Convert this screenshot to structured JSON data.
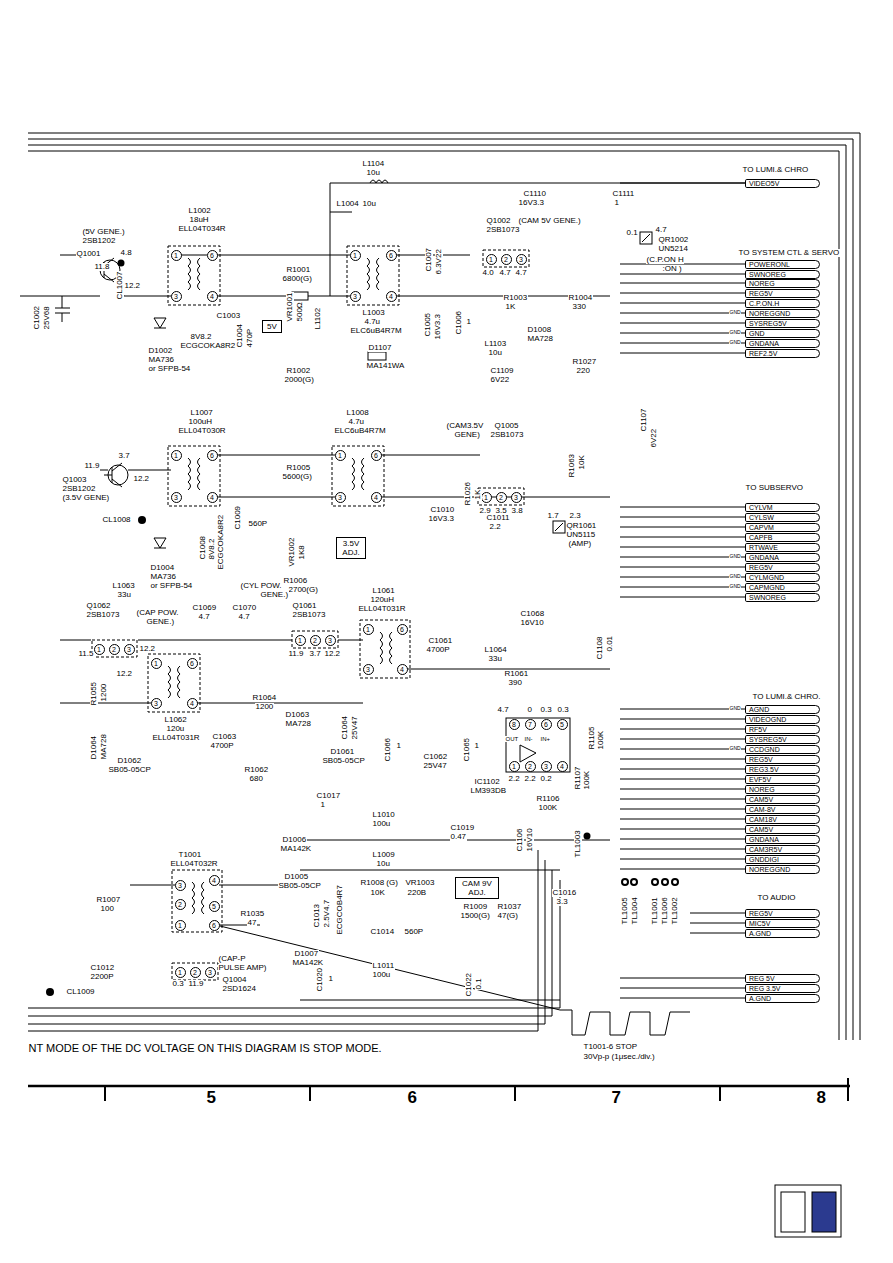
{
  "diagram": {
    "nodes": [
      {
        "text": [
          "VIDEO5V"
        ]
      },
      {
        "text": [
          "POWERONL"
        ]
      },
      {
        "text": [
          "SWNOREG"
        ]
      },
      {
        "text": [
          "NOREG"
        ]
      },
      {
        "text": [
          "REG5V"
        ]
      },
      {
        "text": [
          "C.P.ON.H"
        ]
      },
      {
        "text": [
          "NOREGGND"
        ]
      },
      {
        "text": [
          "SYSREG5V"
        ]
      },
      {
        "text": [
          "GND"
        ]
      },
      {
        "text": [
          "GNDANA"
        ]
      },
      {
        "text": [
          "REF2.5V"
        ]
      },
      {
        "text": [
          "CYLVM"
        ]
      },
      {
        "text": [
          "CYLSW"
        ]
      },
      {
        "text": [
          "CAPVM"
        ]
      },
      {
        "text": [
          "CAPFB"
        ]
      },
      {
        "text": [
          "RTWAVE"
        ]
      },
      {
        "text": [
          "GNDANA"
        ]
      },
      {
        "text": [
          "REG5V"
        ]
      },
      {
        "text": [
          "CYLMGND"
        ]
      },
      {
        "text": [
          "CAPMGND"
        ]
      },
      {
        "text": [
          "SWNOREG"
        ]
      },
      {
        "text": [
          "AGND"
        ]
      },
      {
        "text": [
          "VIDEOGND"
        ]
      },
      {
        "text": [
          "RF5V"
        ]
      },
      {
        "text": [
          "SYSREG5V"
        ]
      },
      {
        "text": [
          "CCDGND"
        ]
      },
      {
        "text": [
          "REG5V"
        ]
      },
      {
        "text": [
          "REG3.5V"
        ]
      },
      {
        "text": [
          "EVF5V"
        ]
      },
      {
        "text": [
          "NOREG"
        ]
      },
      {
        "text": [
          "CAM5V"
        ]
      },
      {
        "text": [
          "CAM-8V"
        ]
      },
      {
        "text": [
          "CAM18V"
        ]
      },
      {
        "text": [
          "CAM5V"
        ]
      },
      {
        "text": [
          "GNDANA"
        ]
      },
      {
        "text": [
          "CAM3R5V"
        ]
      },
      {
        "text": [
          "GNDDIGI"
        ]
      },
      {
        "text": [
          "NOREGGND"
        ]
      },
      {
        "text": [
          "REG5V"
        ]
      },
      {
        "text": [
          "MIC5V"
        ]
      },
      {
        "text": [
          "A.GND"
        ]
      },
      {
        "text": [
          "REG 5V"
        ]
      },
      {
        "text": [
          "REG 3.5V"
        ]
      },
      {
        "text": [
          "A.GND"
        ]
      },
      {
        "text": [
          "5V"
        ]
      },
      {
        "text": [
          "3.5V ADJ."
        ]
      },
      {
        "text": [
          "CAM 9V ADJ."
        ]
      },
      {
        "text": [
          "1"
        ]
      },
      {
        "text": [
          "6"
        ]
      },
      {
        "text": [
          "3"
        ]
      },
      {
        "text": [
          "4"
        ]
      },
      {
        "text": [
          "1"
        ]
      },
      {
        "text": [
          "6"
        ]
      },
      {
        "text": [
          "3"
        ]
      },
      {
        "text": [
          "4"
        ]
      },
      {
        "text": [
          "1"
        ]
      },
      {
        "text": [
          "6"
        ]
      },
      {
        "text": [
          "3"
        ]
      },
      {
        "text": [
          "4"
        ]
      },
      {
        "text": [
          "1"
        ]
      },
      {
        "text": [
          "6"
        ]
      },
      {
        "text": [
          "3"
        ]
      },
      {
        "text": [
          "4"
        ]
      },
      {
        "text": [
          "1"
        ]
      },
      {
        "text": [
          "6"
        ]
      },
      {
        "text": [
          "3"
        ]
      },
      {
        "text": [
          "4"
        ]
      },
      {
        "text": [
          "1"
        ]
      },
      {
        "text": [
          "6"
        ]
      },
      {
        "text": [
          "3"
        ]
      },
      {
        "text": [
          "4"
        ]
      },
      {
        "text": [
          "3"
        ]
      },
      {
        "text": [
          "4"
        ]
      },
      {
        "text": [
          "2"
        ]
      },
      {
        "text": [
          "5"
        ]
      },
      {
        "text": [
          "1"
        ]
      },
      {
        "text": [
          "6"
        ]
      },
      {
        "text": [
          "1"
        ]
      },
      {
        "text": [
          "2"
        ]
      },
      {
        "text": [
          "3"
        ]
      },
      {
        "text": [
          "1"
        ]
      },
      {
        "text": [
          "2"
        ]
      },
      {
        "text": [
          "3"
        ]
      },
      {
        "text": [
          "1"
        ]
      },
      {
        "text": [
          "2"
        ]
      },
      {
        "text": [
          "3"
        ]
      },
      {
        "text": [
          "1"
        ]
      },
      {
        "text": [
          "2"
        ]
      },
      {
        "text": [
          "3"
        ]
      },
      {
        "text": [
          "1"
        ]
      },
      {
        "text": [
          "2"
        ]
      },
      {
        "text": [
          "3"
        ]
      },
      {
        "text": [
          "8"
        ]
      },
      {
        "text": [
          "7"
        ]
      },
      {
        "text": [
          "6"
        ]
      },
      {
        "text": [
          "5"
        ]
      },
      {
        "text": [
          "1"
        ]
      },
      {
        "text": [
          "2"
        ]
      },
      {
        "text": [
          "3"
        ]
      },
      {
        "text": [
          "4"
        ]
      }
    ],
    "labels": [
      "L1104",
      "10u",
      "C1110",
      "16V3.3",
      "C1111",
      "1",
      "TO LUMI.& CHRO",
      "L1004",
      "10u",
      "Q1002",
      "2SB1073",
      "(CAM 5V GENE.)",
      "0.1",
      "4.7",
      "QR1002",
      "UN5214",
      "(C.P.ON H",
      ":ON )",
      "TO SYSTEM CTL & SERVO",
      "(5V GENE.)",
      "2SB1202",
      "Q1001",
      "11.8",
      "4.8",
      "12.2",
      "L1002",
      "18uH",
      "ELL04T034R",
      "CL1007",
      "C1002",
      "25V68",
      "D1002",
      "MA736",
      "or SFPB-54",
      "C1003",
      "8V8.2",
      "ECGCOKA8R2",
      "C1004",
      "470P",
      "R1001",
      "6800(G)",
      "VR1001",
      "500Ω",
      "R1002",
      "2000(G)",
      "L1102",
      "L1003",
      "4.7u",
      "ELC6uB4R7M",
      "C1007",
      "6.3V22",
      "C1005",
      "16V3.3",
      "C1006",
      "1",
      "4.0",
      "4.7",
      "4.7",
      "R1003",
      "1K",
      "R1004",
      "330",
      "D1008",
      "MA728",
      "D1107",
      "L1103",
      "10u",
      "C1109",
      "6V22",
      "R1027",
      "220",
      "MA141WA",
      "C1107",
      "6V22",
      "L1007",
      "100uH",
      "ELL04T030R",
      "L1008",
      "4.7u",
      "ELC6uB4R7M",
      "11.9",
      "3.7",
      "Q1003",
      "2SB1202",
      "(3.5V GENE)",
      "12.2",
      "CL1008",
      "R1005",
      "5600(G)",
      "(CAM3.5V",
      "GENE)",
      "Q1005",
      "2SB1073",
      "R1063",
      "10K",
      "R1026",
      "1K",
      "2.9",
      "3.5",
      "3.8",
      "C1010",
      "16V3.3",
      "C1011",
      "2.2",
      "1.7",
      "2.3",
      "QR1061",
      "UN5115",
      "(AMP)",
      "C1008",
      "8V8.2",
      "ECGCOKA8R2",
      "C1009",
      "560P",
      "VR1002",
      "1K8",
      "R1006",
      "2700(G)",
      "D1004",
      "MA736",
      "or SFPB-54",
      "TO SUBSERVO",
      "L1063",
      "33u",
      "(CYL POW.",
      "GENE.)",
      "L1061",
      "120uH",
      "ELL04T031R",
      "Q1062",
      "2SB1073",
      "(CAP POW.",
      "GENE.)",
      "C1069",
      "4.7",
      "C1070",
      "4.7",
      "Q1061",
      "2SB1073",
      "C1068",
      "16V10",
      "C1108",
      "0.01",
      "C1061",
      "4700P",
      "L1064",
      "33u",
      "R1061",
      "390",
      "11.5",
      "12.2",
      "12.2",
      "11.9",
      "3.7",
      "12.2",
      "R1055",
      "1200",
      "R1064",
      "1200",
      "L1062",
      "120u",
      "ELL04T031R",
      "C1063",
      "4700P",
      "D1064",
      "MA728",
      "D1063",
      "MA728",
      "C1064",
      "25V47",
      "C1066",
      "1",
      "C1062",
      "25V47",
      "C1065",
      "1",
      "4.7",
      "0",
      "0.3",
      "0.3",
      "OUT",
      "IN-",
      "IN+",
      "IC1102",
      "LM393DB",
      "2.2",
      "2.2",
      "0.2",
      "R1105",
      "100K",
      "R1107",
      "100K",
      "R1106",
      "100K",
      "D1062",
      "SB05-05CP",
      "D1061",
      "SB05-05CP",
      "R1062",
      "680",
      "TO LUMI.& CHRO.",
      "C1017",
      "1",
      "L1010",
      "100u",
      "C1019",
      "0.47",
      "D1006",
      "MA142K",
      "C1106",
      "16V10",
      "TL1003",
      "L1009",
      "10u",
      "T1001",
      "ELL04T032R",
      "D1005",
      "SB05-05CP",
      "R1008 (G)",
      "10K",
      "VR1003",
      "220B",
      "R1009",
      "1500(G)",
      "R1037",
      "47(G)",
      "C1016",
      "3.3",
      "C1013",
      "2.5V4.7",
      "ECGCOB4R7",
      "C1014",
      "560P",
      "R1007",
      "100",
      "R1035",
      "47",
      "TL1005",
      "TL1004",
      "TL1001",
      "TL1006",
      "TL1002",
      "TO AUDIO",
      "(CAP-P",
      "PULSE AMP)",
      "D1007",
      "MA142K",
      "Q1004",
      "2SD1624",
      "0.3",
      "11.9",
      "C1012",
      "2200P",
      "CL1009",
      "C1020",
      "1",
      "L1011",
      "100u",
      "C1022",
      "0.1",
      "NT MODE OF THE DC VOLTAGE ON THIS DIAGRAM IS STOP MODE.",
      "T1001-6 STOP",
      "30Vp-p (1μsec./div.)",
      "5",
      "6",
      "7",
      "8",
      "GND",
      "GND",
      "GND",
      "GND",
      "GND",
      "GND",
      "GND",
      "GND"
    ]
  }
}
